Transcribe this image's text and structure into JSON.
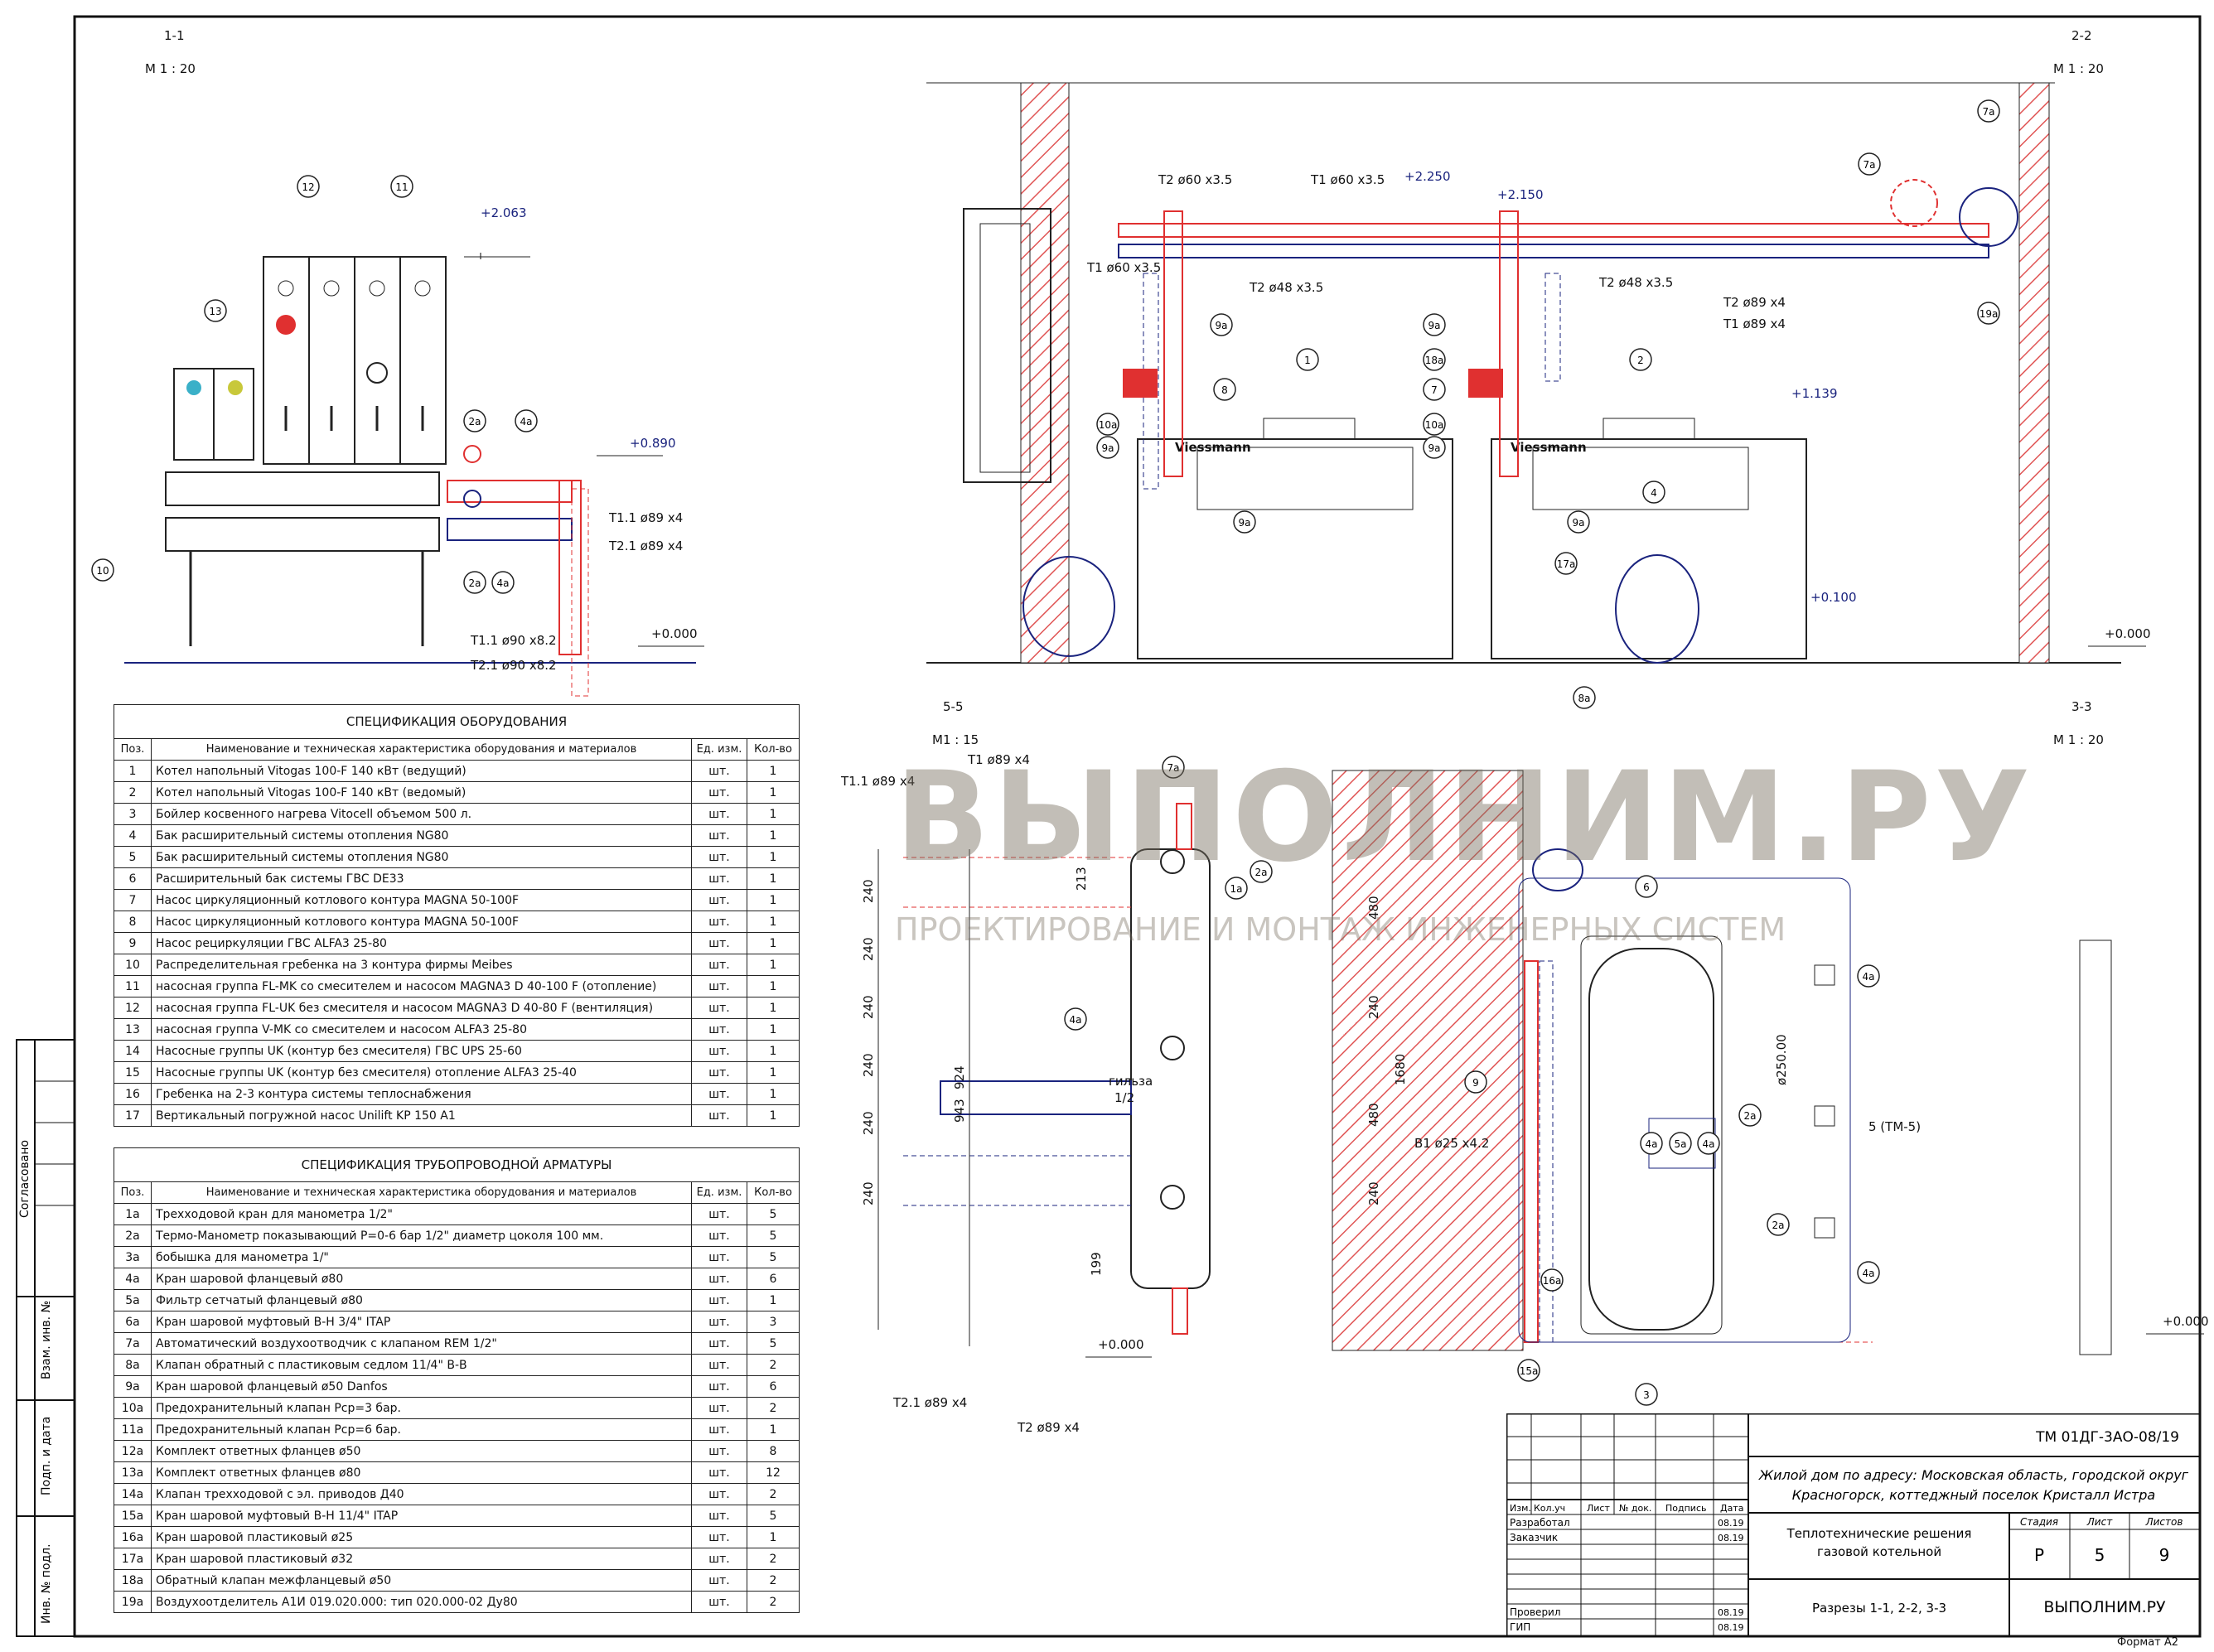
{
  "sections": {
    "s11": {
      "title": "1-1",
      "scale": "М 1 : 20"
    },
    "s22": {
      "title": "2-2",
      "scale": "М 1 : 20"
    },
    "s55": {
      "title": "5-5",
      "scale": "М1 : 15"
    },
    "s33": {
      "title": "3-3",
      "scale": "М 1 : 20"
    }
  },
  "annotations": {
    "elev_2063": "+2.063",
    "elev_0890": "+0.890",
    "elev_0000": "+0.000",
    "elev_2250": "+2.250",
    "elev_2150": "+2.150",
    "elev_1139": "+1.139",
    "elev_0100": "+0.100",
    "t11_89": "Т1.1 ø89 х4",
    "t21_89": "Т2.1 ø89 х4",
    "t11_90": "Т1.1 ø90 х8.2",
    "t21_90": "Т2.1 ø90 х8.2",
    "t2_60": "Т2 ø60 х3.5",
    "t1_60": "Т1 ø60 х3.5",
    "t2_48": "Т2 ø48 х3.5",
    "t2_89": "Т2 ø89 х4",
    "t1_89": "Т1 ø89 х4",
    "b1_25": "В1 ø25 х4.2",
    "d250": "ø250.00",
    "tm5": "5 (ТМ-5)",
    "gilza": "гильза",
    "viessmann": "Viessmann",
    "dims": [
      "240",
      "213",
      "240",
      "240",
      "240",
      "240",
      "199",
      "924",
      "943",
      "480",
      "1680",
      "240",
      "480",
      "240",
      "1/2"
    ]
  },
  "bubbles": [
    "12",
    "11",
    "13",
    "10",
    "2а",
    "4а",
    "2а",
    "4а",
    "1",
    "2",
    "7а",
    "7а",
    "9а",
    "9а",
    "8",
    "18а",
    "7",
    "10а",
    "9а",
    "10а",
    "9а",
    "9а",
    "9а",
    "4",
    "17а",
    "8а",
    "19а",
    "7а",
    "1а",
    "2а",
    "4а",
    "6",
    "9",
    "4а",
    "5а",
    "4а",
    "2а",
    "2а",
    "4а",
    "4а",
    "16а",
    "15а",
    "3"
  ],
  "spec_equipment": {
    "title": "СПЕЦИФИКАЦИЯ ОБОРУДОВАНИЯ",
    "headers": [
      "Поз.",
      "Наименование и техническая характеристика оборудования и материалов",
      "Ед. изм.",
      "Кол-во"
    ],
    "rows": [
      [
        "1",
        "Котел напольный Vitogas 100-F 140 кВт (ведущий)",
        "шт.",
        "1"
      ],
      [
        "2",
        "Котел напольный Vitogas 100-F 140 кВт (ведомый)",
        "шт.",
        "1"
      ],
      [
        "3",
        "Бойлер косвенного нагрева Vitocell объемом 500 л.",
        "шт.",
        "1"
      ],
      [
        "4",
        "Бак расширительный системы отопления NG80",
        "шт.",
        "1"
      ],
      [
        "5",
        "Бак расширительный системы отопления NG80",
        "шт.",
        "1"
      ],
      [
        "6",
        "Расширительный бак системы ГВС DE33",
        "шт.",
        "1"
      ],
      [
        "7",
        "Насос циркуляционный котлового контура MAGNA 50-100F",
        "шт.",
        "1"
      ],
      [
        "8",
        "Насос циркуляционный котлового контура MAGNA 50-100F",
        "шт.",
        "1"
      ],
      [
        "9",
        "Насос рециркуляции ГВС ALFA3 25-80",
        "шт.",
        "1"
      ],
      [
        "10",
        "Распределительная гребенка на 3 контура фирмы Meibes",
        "шт.",
        "1"
      ],
      [
        "11",
        "насосная группа FL-MK со смесителем и насосом  MAGNA3 D 40-100 F (отопление)",
        "шт.",
        "1"
      ],
      [
        "12",
        "насосная группа FL-UK без смесителя и насосом MAGNA3 D 40-80 F (вентиляция)",
        "шт.",
        "1"
      ],
      [
        "13",
        "насосная группа V-MK со смесителем и насосом ALFA3 25-80",
        "шт.",
        "1"
      ],
      [
        "14",
        "Насосные группы UK (контур без смесителя) ГВС UPS 25-60",
        "шт.",
        "1"
      ],
      [
        "15",
        "Насосные группы UK (контур без смесителя) отопление ALFA3 25-40",
        "шт.",
        "1"
      ],
      [
        "16",
        "Гребенка на 2-3 контура системы теплоснабжения",
        "шт.",
        "1"
      ],
      [
        "17",
        "Вертикальный погружной насос Unilift KP 150 A1",
        "шт.",
        "1"
      ]
    ]
  },
  "spec_fittings": {
    "title": "СПЕЦИФИКАЦИЯ ТРУБОПРОВОДНОЙ АРМАТУРЫ",
    "headers": [
      "Поз.",
      "Наименование и техническая характеристика оборудования и материалов",
      "Ед. изм.",
      "Кол-во"
    ],
    "rows": [
      [
        "1а",
        "Трехходовой кран для манометра 1/2\"",
        "шт.",
        "5"
      ],
      [
        "2а",
        "Термо-Манометр показывающий Р=0-6 бар 1/2\" диаметр цоколя 100 мм.",
        "шт.",
        "5"
      ],
      [
        "3а",
        "бобышка для манометра 1/\"",
        "шт.",
        "5"
      ],
      [
        "4а",
        "Кран шаровой фланцевый ø80",
        "шт.",
        "6"
      ],
      [
        "5а",
        "Фильтр сетчатый фланцевый ø80",
        "шт.",
        "1"
      ],
      [
        "6а",
        "Кран шаровой муфтовый В-Н 3/4\" ITAP",
        "шт.",
        "3"
      ],
      [
        "7а",
        "Автоматический воздухоотводчик с клапаном REM 1/2\"",
        "шт.",
        "5"
      ],
      [
        "8а",
        "Клапан обратный с пластиковым седлом 11/4\" В-В",
        "шт.",
        "2"
      ],
      [
        "9а",
        "Кран шаровой фланцевый ø50 Danfos",
        "шт.",
        "6"
      ],
      [
        "10а",
        "Предохранительный клапан Рср=3 бар.",
        "шт.",
        "2"
      ],
      [
        "11а",
        "Предохранительный клапан Рср=6 бар.",
        "шт.",
        "1"
      ],
      [
        "12а",
        "Комплект ответных фланцев ø50",
        "шт.",
        "8"
      ],
      [
        "13а",
        "Комплект ответных фланцев ø80",
        "шт.",
        "12"
      ],
      [
        "14а",
        "Клапан трехходовой с эл. приводов Д40",
        "шт.",
        "2"
      ],
      [
        "15а",
        "Кран шаровой муфтовый В-Н 11/4\" ITAP",
        "шт.",
        "5"
      ],
      [
        "16а",
        "Кран шаровой пластиковый ø25",
        "шт.",
        "1"
      ],
      [
        "17а",
        "Кран шаровой пластиковый ø32",
        "шт.",
        "2"
      ],
      [
        "18а",
        "Обратный клапан межфланцевый ø50",
        "шт.",
        "2"
      ],
      [
        "19а",
        "Воздухоотделитель А1И 019.020.000: тип 020.000-02 Ду80",
        "шт.",
        "2"
      ]
    ]
  },
  "side_stamp": {
    "agreed": "Согласовано",
    "ref_inv": "Взам. инв. №",
    "sign_date": "Подп. и дата",
    "inv_orig": "Инв. № подл."
  },
  "title_block": {
    "code": "ТМ 01ДГ-3АО-08/19",
    "address_line1": "Жилой дом по адресу: Московская область, городской округ",
    "address_line2": "Красногорск, коттеджный поселок Кристалл Истра",
    "col_headers": [
      "Изм.",
      "Кол.уч",
      "Лист",
      "№ док.",
      "Подпись",
      "Дата"
    ],
    "role_developed": "Разработал",
    "role_customer": "Заказчик",
    "role_checked": "Проверил",
    "role_gip": "ГИП",
    "dates": [
      "08.19",
      "08.19",
      "08.19",
      "08.19"
    ],
    "subject_line1": "Теплотехнические решения",
    "subject_line2": "газовой котельной",
    "stage_header": "Стадия",
    "sheet_header": "Лист",
    "sheets_header": "Листов",
    "stage": "Р",
    "sheet": "5",
    "sheets": "9",
    "sheet_name": "Разрезы 1-1, 2-2, 3-3",
    "company": "ВЫПОЛНИМ.РУ",
    "format": "Формат А2"
  },
  "watermark": {
    "main": "ВЫПОЛНИМ.РУ",
    "sub": "ПРОЕКТИРОВАНИЕ И МОНТАЖ ИНЖЕНЕРНЫХ СИСТЕМ"
  }
}
